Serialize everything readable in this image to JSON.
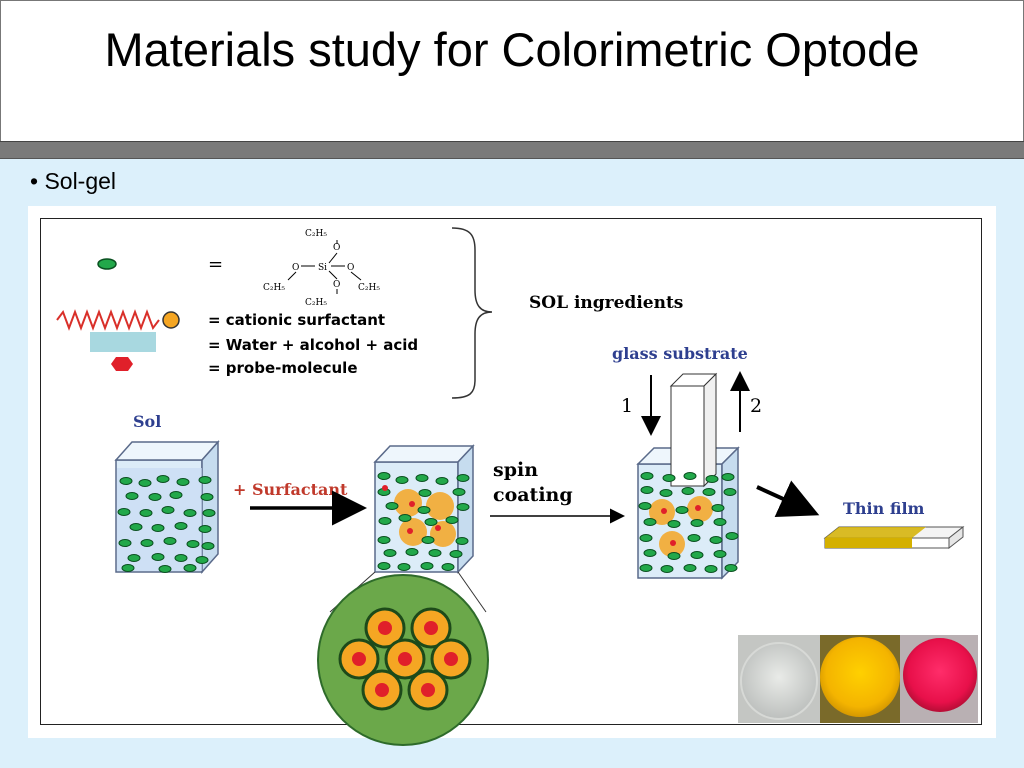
{
  "slide": {
    "title": "Materials study for Colorimetric Optode",
    "bullet": "• Sol-gel"
  },
  "diagram": {
    "legend": {
      "equals": "=",
      "silane": {
        "c2h5": "C₂H₅",
        "o": "O",
        "si": "Si"
      },
      "surfactant": "= cationic surfactant",
      "water": "= Water + alcohol + acid",
      "probe": "= probe-molecule",
      "sol_ingredients": "SOL ingredients"
    },
    "steps": {
      "sol": "Sol",
      "surfactant": "+ Surfactant",
      "spin": "spin",
      "coating": "coating",
      "glass_substrate": "glass substrate",
      "arrow_down": "1",
      "arrow_up": "2",
      "thin_film": "Thin film"
    },
    "colors": {
      "green": "#22a84a",
      "surfactant_orange": "#f5a623",
      "probe_red": "#e0202a",
      "water_blue": "#a8d8e0",
      "label_blue": "#2e3f8f",
      "label_red": "#c0392b",
      "film_gold": "#d4b000"
    }
  }
}
